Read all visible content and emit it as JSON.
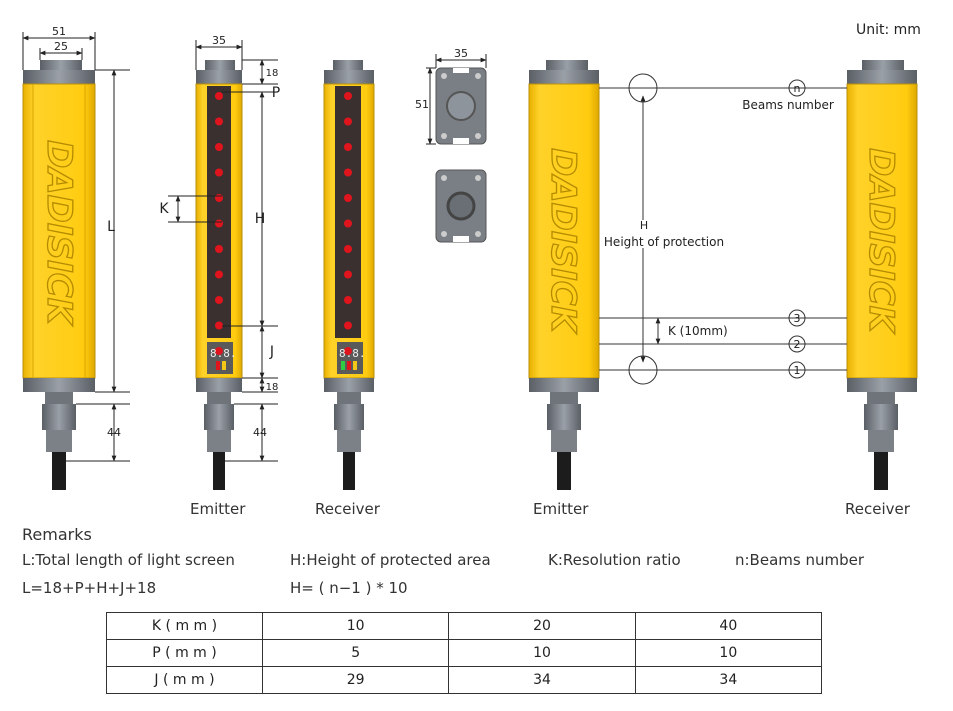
{
  "unit_label": "Unit: mm",
  "dims": {
    "w51": "51",
    "w25": "25",
    "w35a": "35",
    "w35b": "35",
    "h51": "51",
    "L": "L",
    "H": "H",
    "P": "P",
    "K": "K",
    "J": "J",
    "d18top": "18",
    "d18bot": "18",
    "d44a": "44",
    "d44b": "44"
  },
  "brand": "DADISICK",
  "display_text": "8.8.",
  "captions": {
    "emitter1": "Emitter",
    "receiver1": "Receiver",
    "emitter2": "Emitter",
    "receiver2": "Receiver"
  },
  "right_diagram": {
    "n_symbol": "n",
    "beams_number": "Beams number",
    "h_symbol": "H",
    "height_of_protection": "Height of protection",
    "k_label": "K (10mm)",
    "beam_labels": [
      "3",
      "2",
      "1"
    ]
  },
  "remarks": {
    "title": "Remarks",
    "items": [
      "L:Total length of light screen",
      "H:Height of protected area",
      "K:Resolution ratio",
      "n:Beams number"
    ],
    "formula_l": "L=18+P+H+J+18",
    "formula_h": "H= ( n−1 ) * 10"
  },
  "table": {
    "rows": [
      {
        "label": "K ( m m )",
        "values": [
          "10",
          "20",
          "40"
        ]
      },
      {
        "label": "P ( m m )",
        "values": [
          "5",
          "10",
          "10"
        ]
      },
      {
        "label": "J ( m m )",
        "values": [
          "29",
          "34",
          "34"
        ]
      }
    ]
  },
  "colors": {
    "housing": "#F5C518",
    "cap": "#7A7F86",
    "led": "#E0141C",
    "window": "#3A3030"
  }
}
